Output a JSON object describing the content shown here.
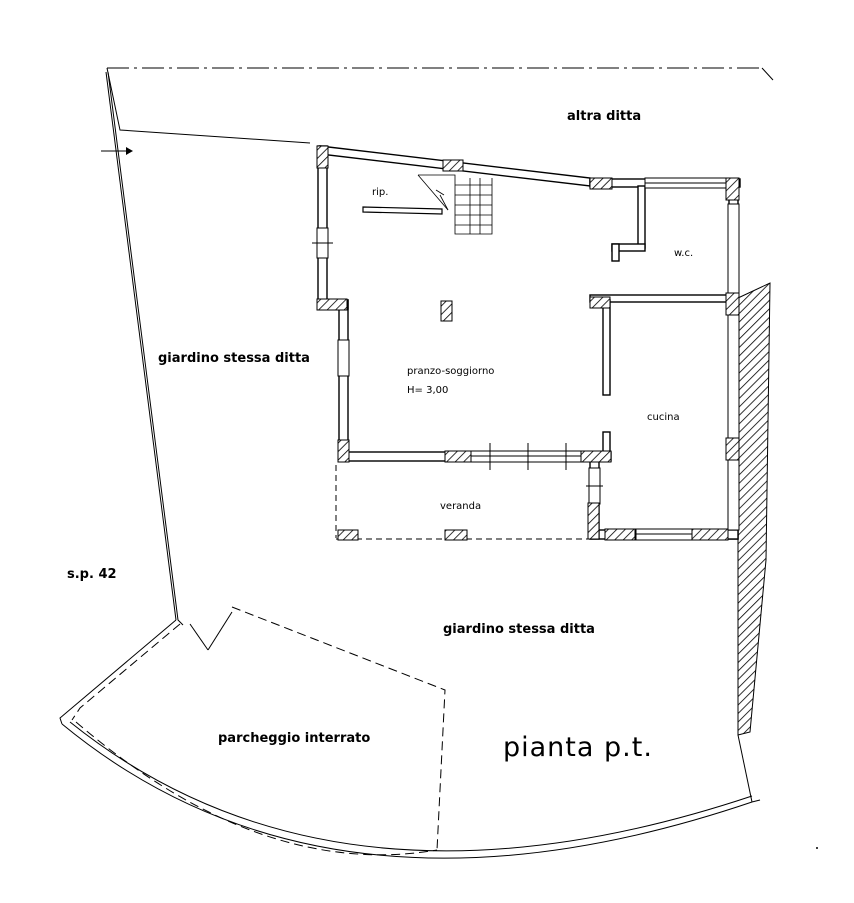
{
  "plan_title": "pianta p.t.",
  "labels": {
    "neighbour": "altra ditta",
    "garden_left": "giardino stessa ditta",
    "garden_bottom": "giardino stessa ditta",
    "road": "s.p. 42",
    "parking": "parcheggio interrato",
    "storage": "rip.",
    "wc": "w.c.",
    "living": "pranzo-soggiorno",
    "height": "H= 3,00",
    "kitchen": "cucina",
    "veranda": "veranda"
  }
}
